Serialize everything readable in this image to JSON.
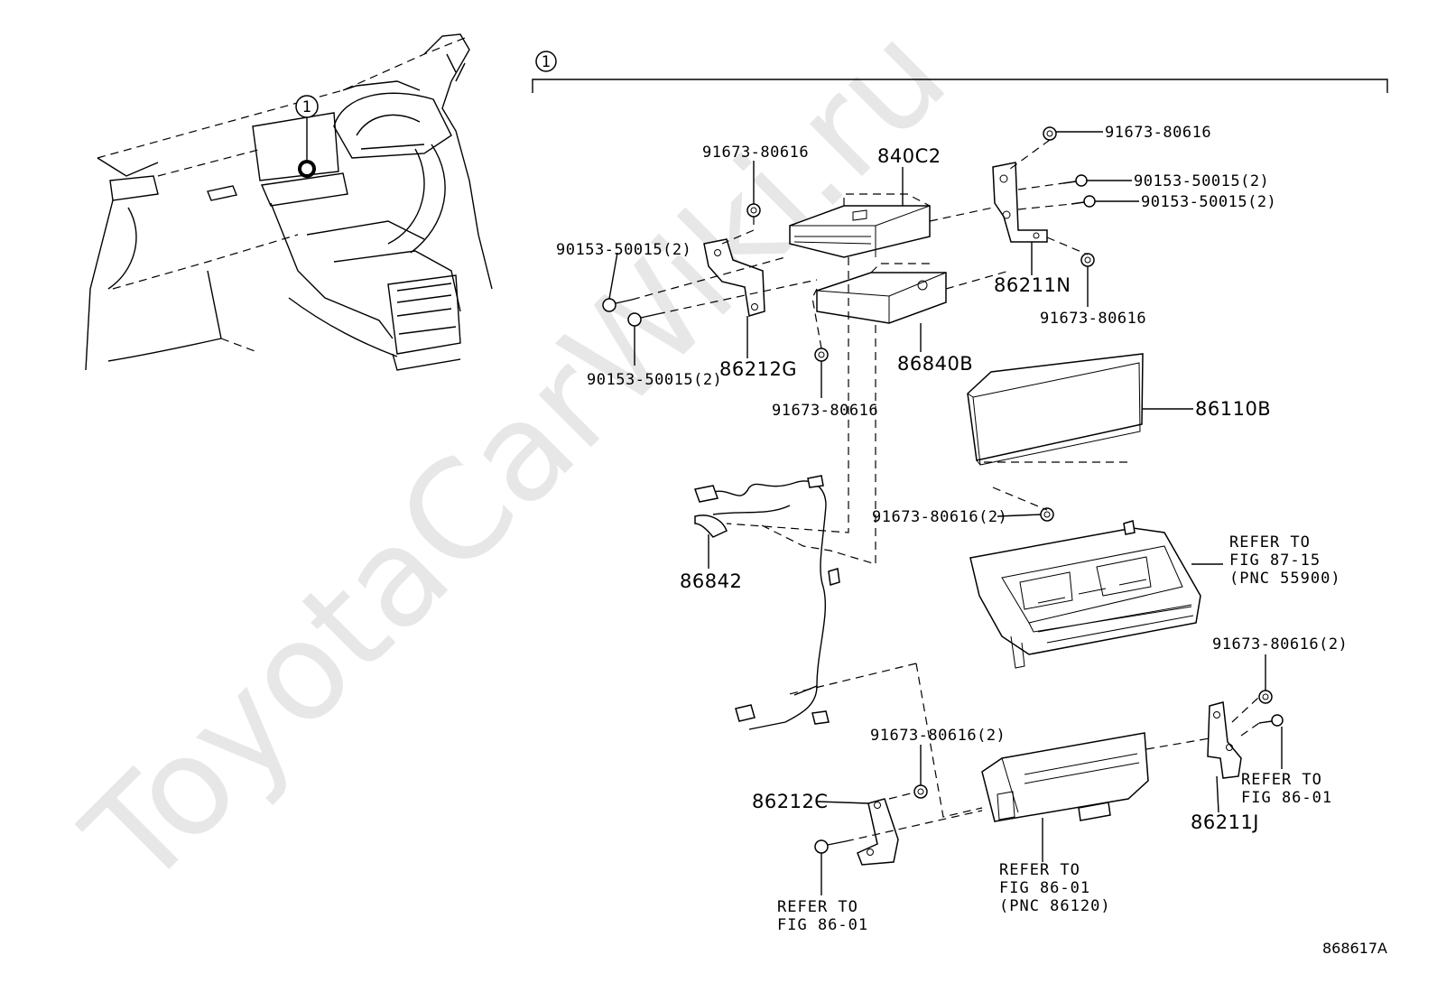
{
  "watermark": "ToyotaCarWiki.ru",
  "figure_code": "868617A",
  "callout": "1",
  "parts": {
    "p840C2": "840C2",
    "p86840B": "86840B",
    "p86211N": "86211N",
    "p86212G": "86212G",
    "p86110B": "86110B",
    "p86842": "86842",
    "p86212C": "86212C",
    "p86211J": "86211J"
  },
  "fasteners": {
    "f1": "91673-80616",
    "f2": "91673-80616",
    "f3": "90153-50015(2)",
    "f4": "90153-50015(2)",
    "f5": "91673-80616",
    "f6": "90153-50015(2)",
    "f7": "90153-50015(2)",
    "f8": "91673-80616",
    "f9": "91673-80616(2)",
    "f10": "91673-80616(2)",
    "f11": "91673-80616(2)"
  },
  "refs": {
    "r1": [
      "REFER TO",
      "FIG 87-15",
      "(PNC 55900)"
    ],
    "r2": [
      "REFER TO",
      "FIG 86-01"
    ],
    "r3": [
      "REFER TO",
      "FIG 86-01",
      "(PNC 86120)"
    ],
    "r4": [
      "REFER TO",
      "FIG 86-01"
    ]
  }
}
